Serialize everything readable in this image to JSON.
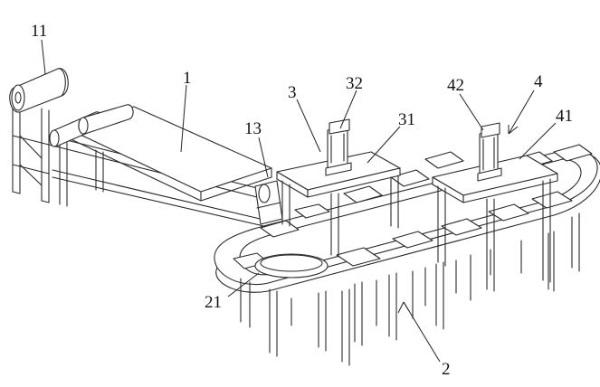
{
  "labels": {
    "l11": "11",
    "l1": "1",
    "l13": "13",
    "l3": "3",
    "l32": "32",
    "l31": "31",
    "l42": "42",
    "l4": "4",
    "l41": "41",
    "l21": "21",
    "l2": "2"
  }
}
